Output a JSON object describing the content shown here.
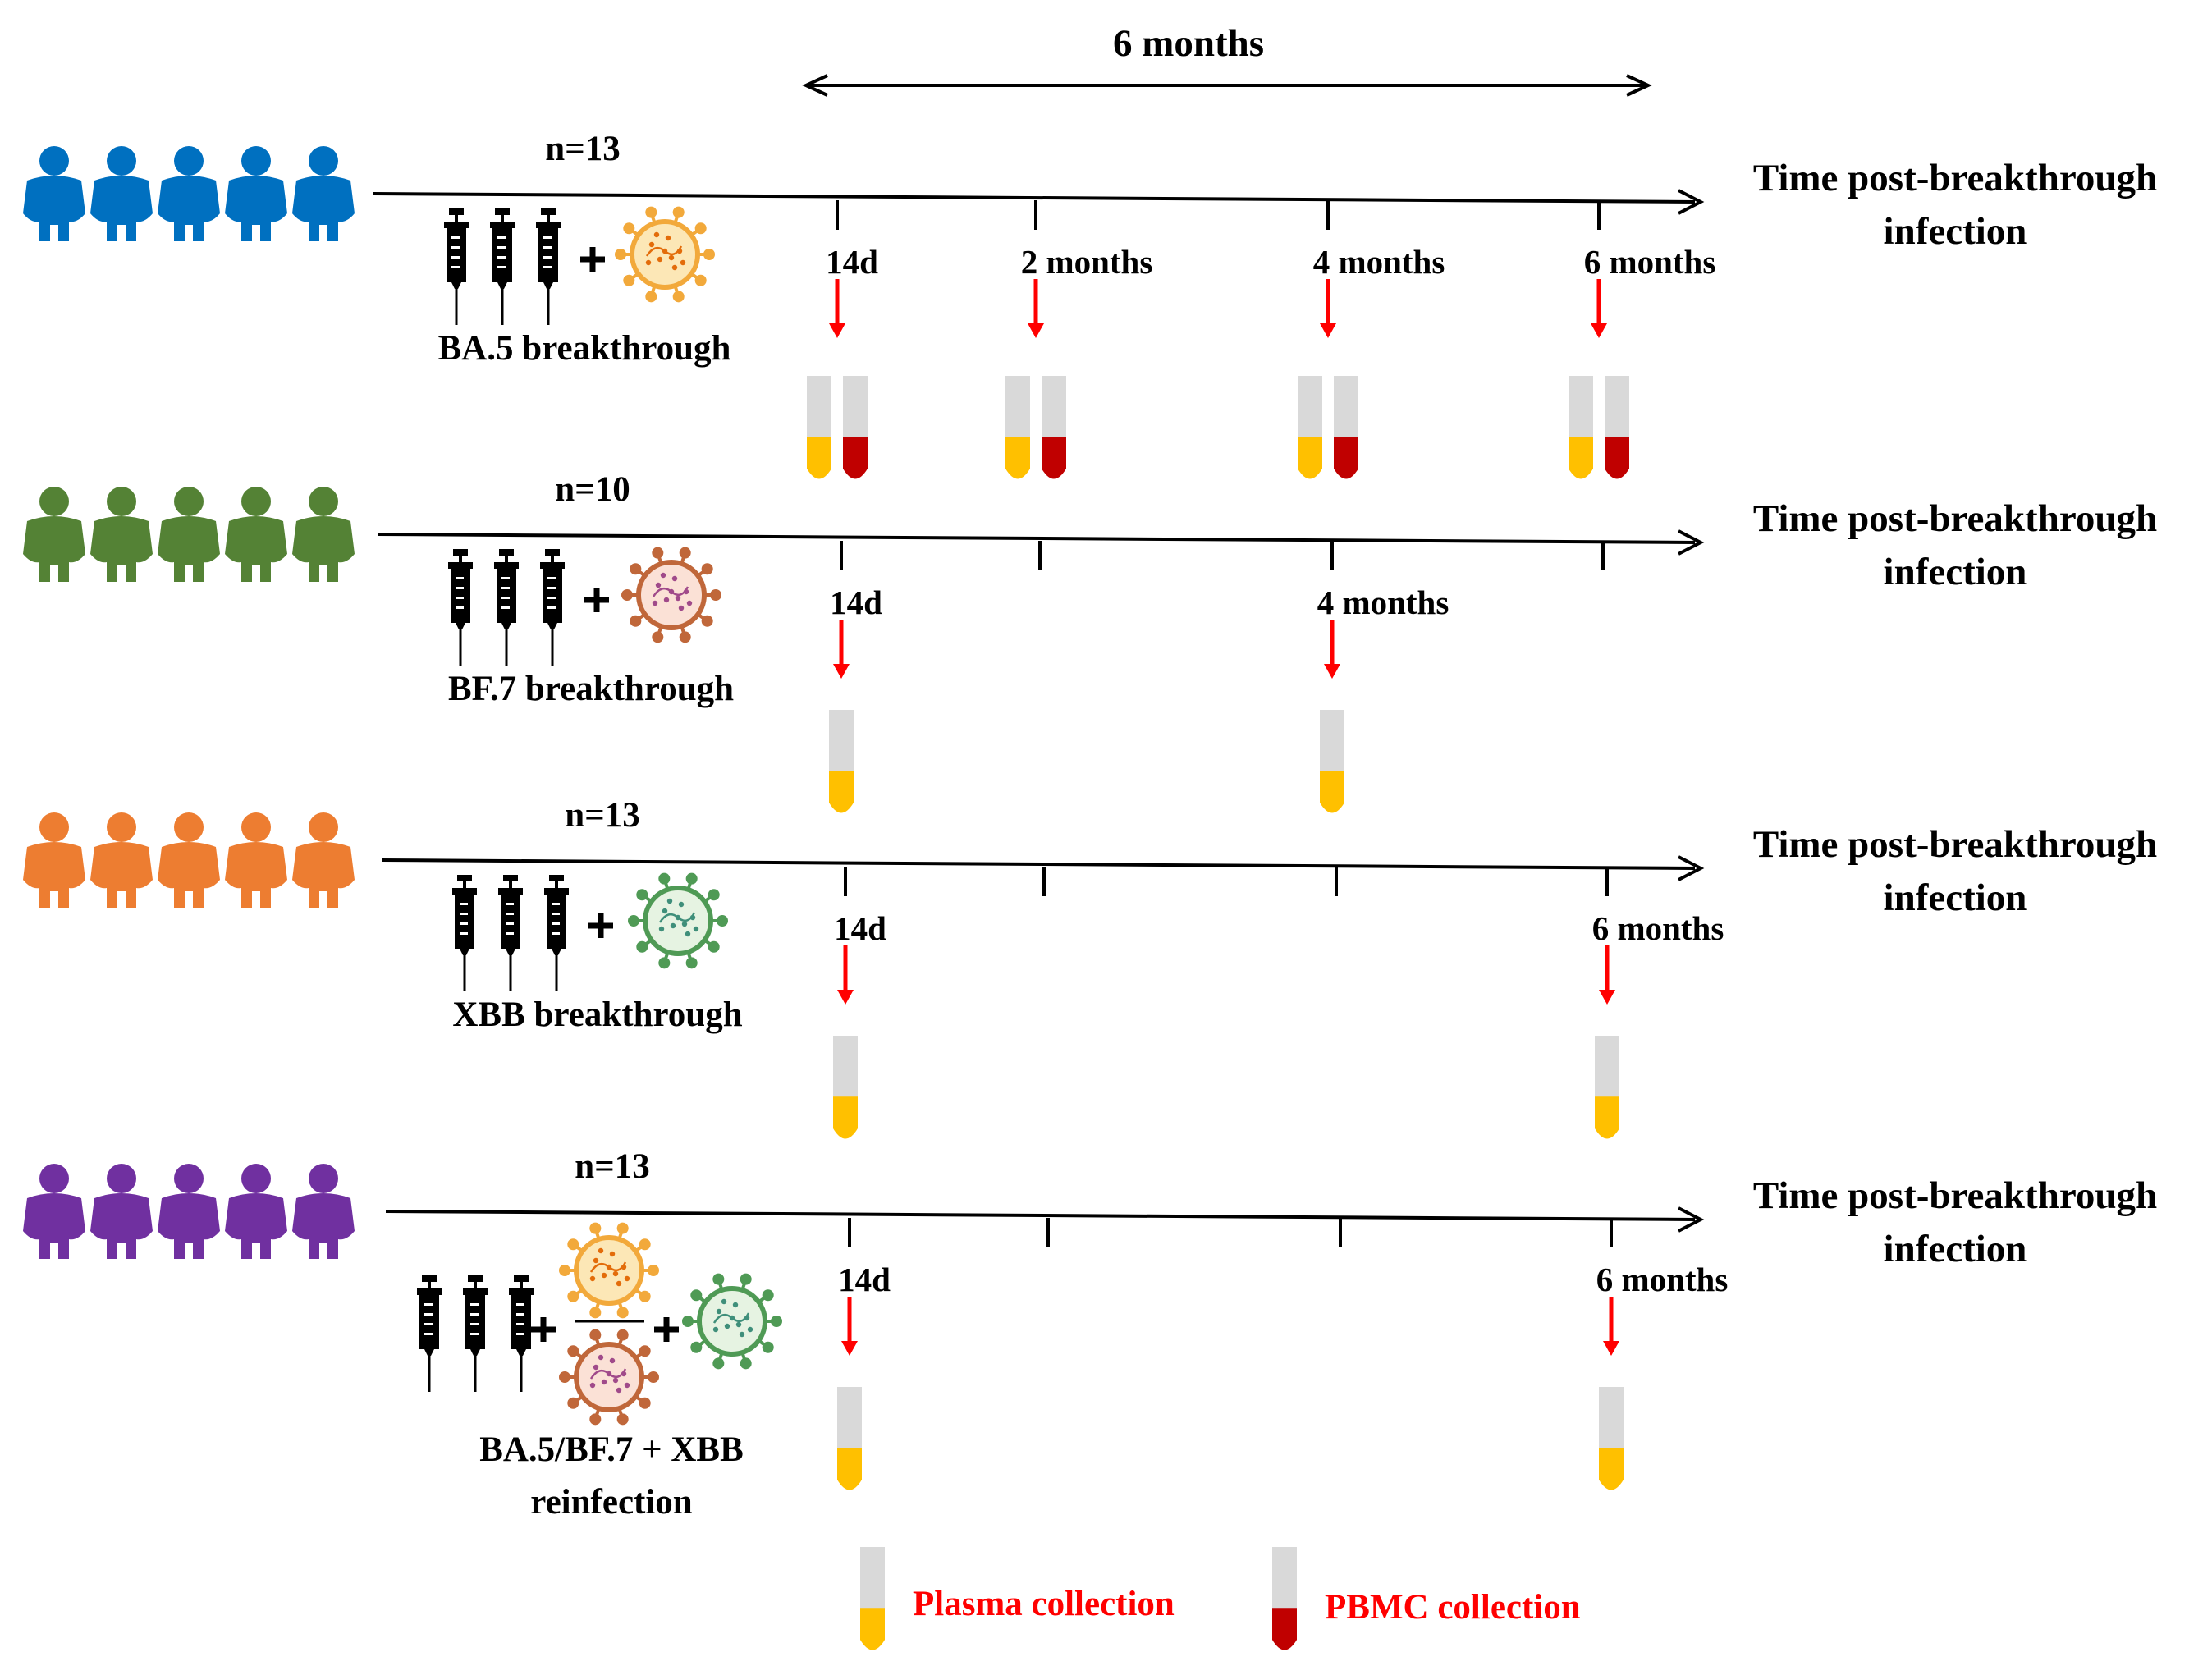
{
  "top_span": {
    "label": "6 months"
  },
  "colors": {
    "plasma": "#ffc000",
    "pbmc": "#c00000",
    "tube_cap": "#d9d9d9",
    "arrow": "#ff0000",
    "axis": "#000000"
  },
  "groups": [
    {
      "id": "ba5",
      "people_color": "#0070c0",
      "n_label": "n=13",
      "axis_title": [
        "Time post-breakthrough",
        "infection"
      ],
      "caption": [
        "BA.5 breakthrough"
      ],
      "viruses": [
        "orange-virus-icon"
      ],
      "timepoints": [
        {
          "label": "14d",
          "samples": [
            "plasma",
            "pbmc"
          ]
        },
        {
          "label": "2 months",
          "samples": [
            "plasma",
            "pbmc"
          ]
        },
        {
          "label": "4 months",
          "samples": [
            "plasma",
            "pbmc"
          ]
        },
        {
          "label": "6 months",
          "samples": [
            "plasma",
            "pbmc"
          ]
        }
      ]
    },
    {
      "id": "bf7",
      "people_color": "#548235",
      "n_label": "n=10",
      "axis_title": [
        "Time post-breakthrough",
        "infection"
      ],
      "caption": [
        "BF.7 breakthrough"
      ],
      "viruses": [
        "brown-virus-icon"
      ],
      "timepoints": [
        {
          "label": "14d",
          "samples": [
            "plasma"
          ]
        },
        {
          "label": "",
          "samples": []
        },
        {
          "label": "4 months",
          "samples": [
            "plasma"
          ]
        },
        {
          "label": "",
          "samples": []
        }
      ]
    },
    {
      "id": "xbb",
      "people_color": "#ed7d31",
      "n_label": "n=13",
      "axis_title": [
        "Time post-breakthrough",
        "infection"
      ],
      "caption": [
        "XBB breakthrough"
      ],
      "viruses": [
        "green-virus-icon"
      ],
      "timepoints": [
        {
          "label": "14d",
          "samples": [
            "plasma"
          ]
        },
        {
          "label": "",
          "samples": []
        },
        {
          "label": "",
          "samples": []
        },
        {
          "label": "6 months",
          "samples": [
            "plasma"
          ]
        }
      ]
    },
    {
      "id": "reinfection",
      "people_color": "#7030a0",
      "n_label": "n=13",
      "axis_title": [
        "Time post-breakthrough",
        "infection"
      ],
      "caption": [
        "BA.5/BF.7 + XBB",
        "reinfection"
      ],
      "viruses": [
        "orange-virus-icon",
        "brown-virus-icon",
        "green-virus-icon"
      ],
      "timepoints": [
        {
          "label": "14d",
          "samples": [
            "plasma"
          ]
        },
        {
          "label": "",
          "samples": []
        },
        {
          "label": "",
          "samples": []
        },
        {
          "label": "6 months",
          "samples": [
            "plasma"
          ]
        }
      ]
    }
  ],
  "legend": [
    {
      "type": "plasma",
      "label": "Plasma collection"
    },
    {
      "type": "pbmc",
      "label": "PBMC collection"
    }
  ]
}
